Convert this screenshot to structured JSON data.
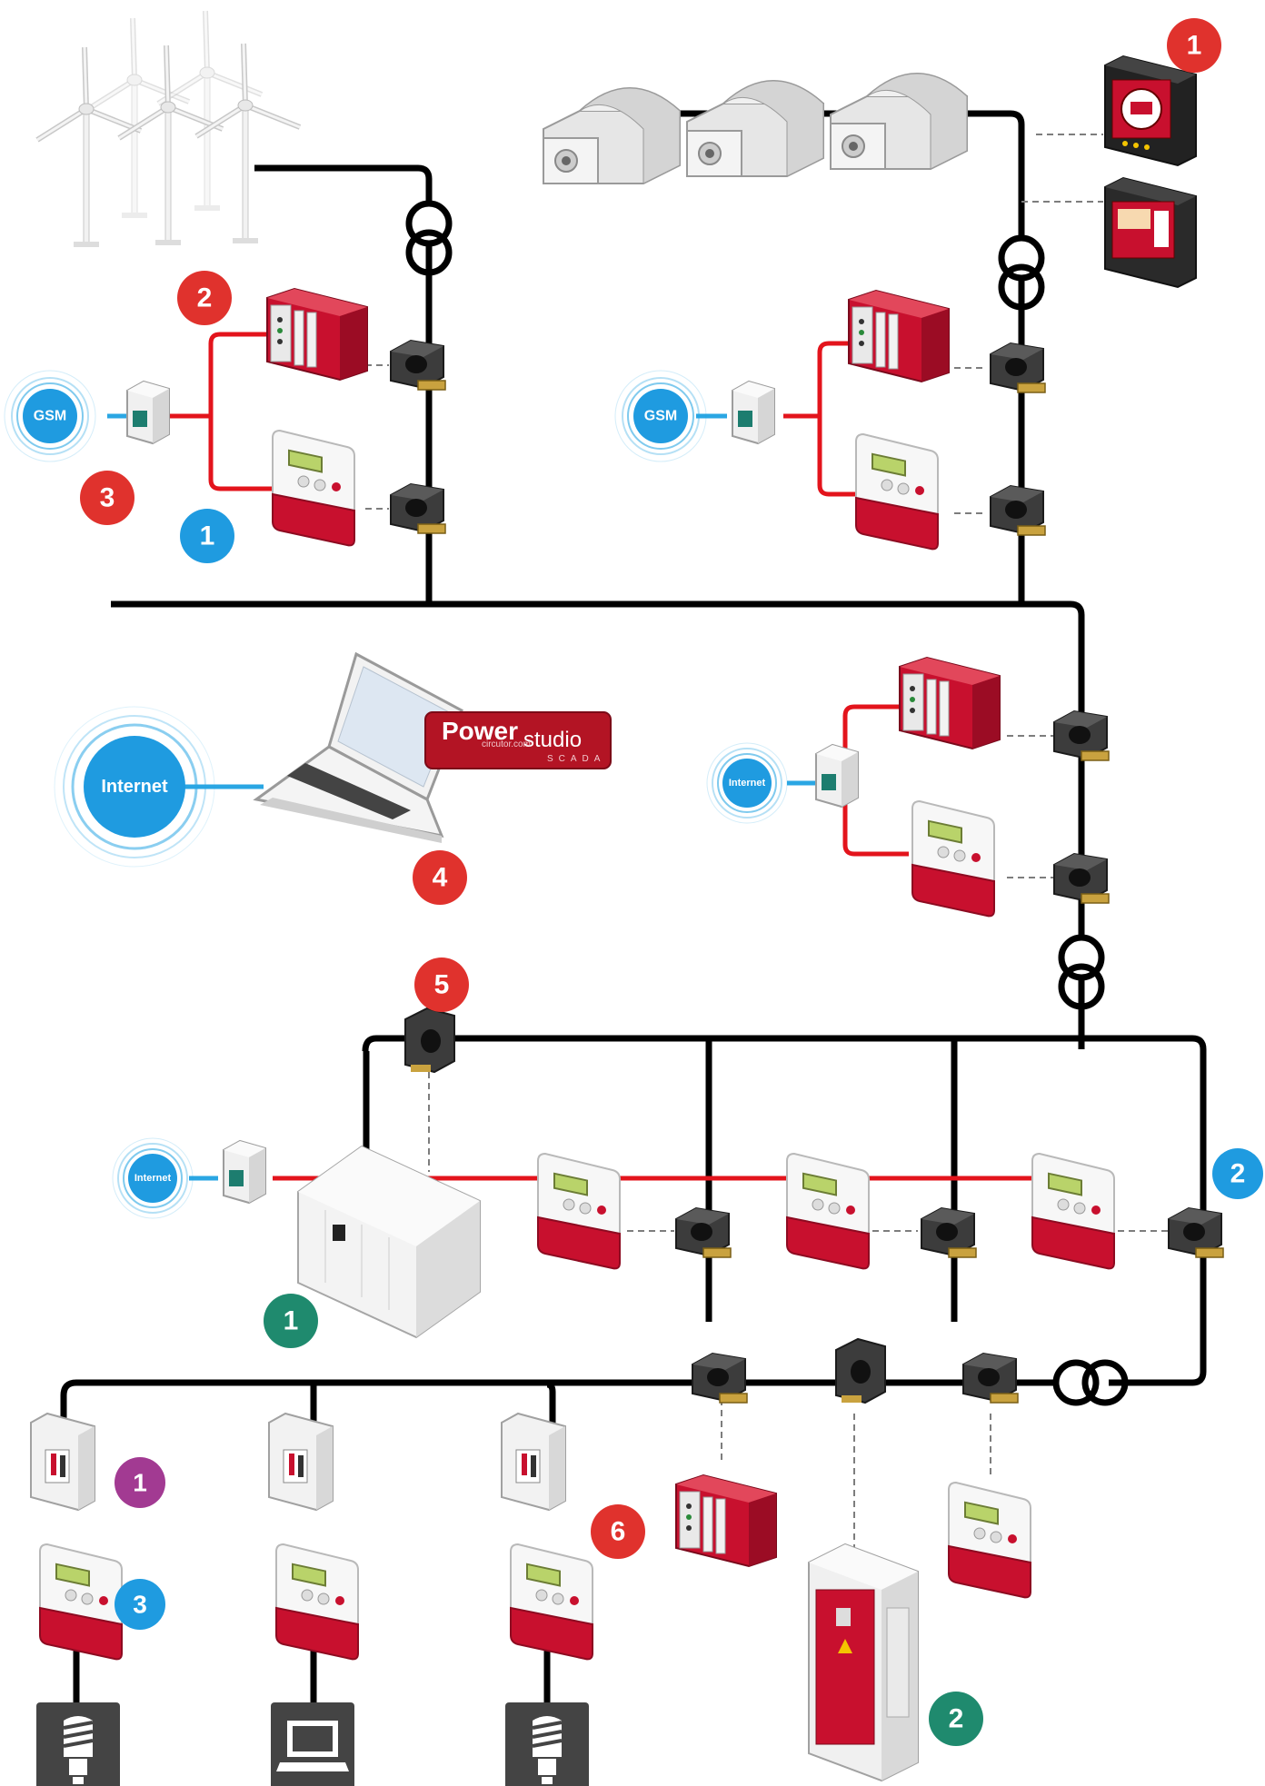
{
  "colors": {
    "red_badge": "#e0322d",
    "blue_badge": "#1f9be0",
    "green_badge": "#1f8a6e",
    "purple_badge": "#a23a92",
    "device_red": "#c8102e",
    "bus_black": "#000000",
    "link_red": "#e3141c",
    "link_blue": "#2aa6e3"
  },
  "labels": {
    "gsm_left": "GSM",
    "gsm_right": "GSM",
    "internet_main": "Internet",
    "internet_right": "Internet",
    "internet_lower": "Internet",
    "powerstudio_title": "Power",
    "powerstudio_suffix": "studio",
    "powerstudio_url": "circutor.com",
    "powerstudio_scada": "SCADA"
  },
  "badges": [
    {
      "id": "b-red-1-top",
      "text": "1",
      "color": "red"
    },
    {
      "id": "b-red-2-left",
      "text": "2",
      "color": "red"
    },
    {
      "id": "b-red-3-left",
      "text": "3",
      "color": "red"
    },
    {
      "id": "b-blue-1-left",
      "text": "1",
      "color": "blue"
    },
    {
      "id": "b-red-4",
      "text": "4",
      "color": "red"
    },
    {
      "id": "b-red-5",
      "text": "5",
      "color": "red"
    },
    {
      "id": "b-blue-2-right",
      "text": "2",
      "color": "blue"
    },
    {
      "id": "b-green-1",
      "text": "1",
      "color": "green"
    },
    {
      "id": "b-purple-1",
      "text": "1",
      "color": "purple"
    },
    {
      "id": "b-blue-3",
      "text": "3",
      "color": "blue"
    },
    {
      "id": "b-red-6",
      "text": "6",
      "color": "red"
    },
    {
      "id": "b-green-2",
      "text": "2",
      "color": "green"
    }
  ],
  "icons": [
    "wind-turbine-icon",
    "generator-icon",
    "power-analyzer-icon",
    "transformer-icon",
    "current-transformer-icon",
    "energy-meter-icon",
    "datalogger-icon",
    "gsm-modem-icon",
    "laptop-icon",
    "substation-icon",
    "ev-charger-icon",
    "lightbulb-icon",
    "breaker-icon"
  ]
}
